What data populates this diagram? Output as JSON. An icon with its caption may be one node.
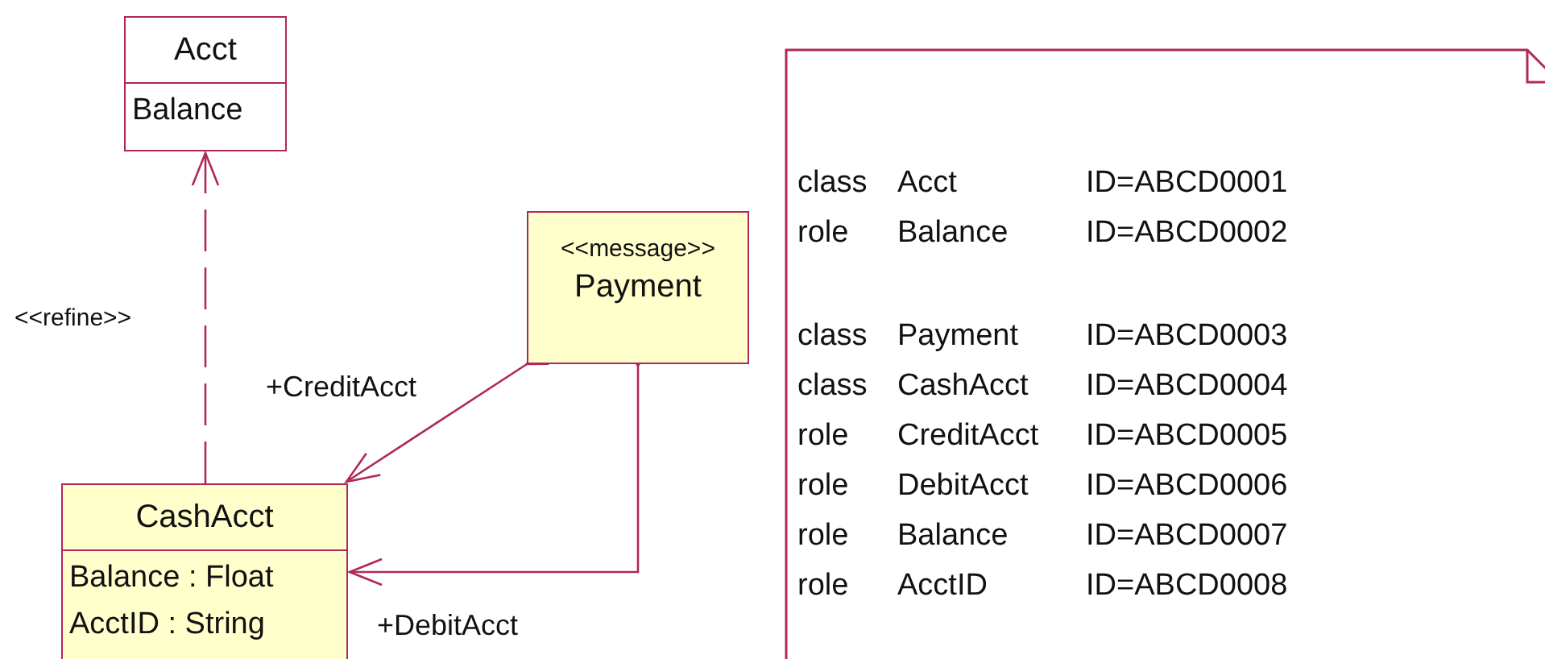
{
  "diagram": {
    "nodes": [
      {
        "text": [
          "Acct",
          "Balance"
        ]
      },
      {
        "text": [
          "<<message>>",
          "Payment"
        ]
      },
      {
        "text": [
          "CashAcct",
          "Balance : Float",
          "AcctID : String"
        ]
      },
      {
        "text": [
          "class",
          "Acct",
          "ID=ABCD0001",
          "role",
          "Balance",
          "ID=ABCD0002",
          "class",
          "Payment",
          "ID=ABCD0003",
          "class",
          "CashAcct",
          "ID=ABCD0004",
          "role",
          "CreditAcct",
          "ID=ABCD0005",
          "role",
          "DebitAcct",
          "ID=ABCD0006",
          "role",
          "Balance",
          "ID=ABCD0007",
          "role",
          "AcctID",
          "ID=ABCD0008"
        ]
      }
    ],
    "edges": [
      {
        "from": 2,
        "to": 0,
        "arrow": "to",
        "style": "dashed",
        "label": "<<refine>>"
      },
      {
        "from": 1,
        "to": 2,
        "arrow": "to",
        "label": "+CreditAcct"
      },
      {
        "from": 1,
        "to": 2,
        "arrow": "to",
        "label": "+DebitAcct"
      }
    ]
  }
}
